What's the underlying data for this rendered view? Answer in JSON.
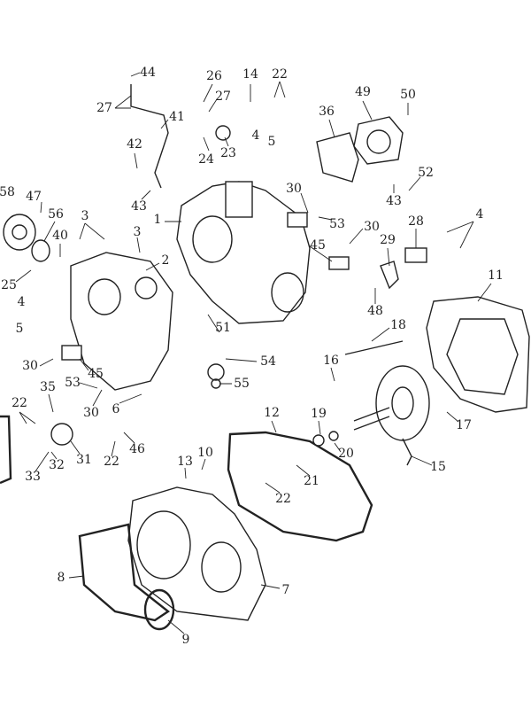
{
  "diagram": {
    "title": "Crankcase exploded view",
    "labels": [
      "44",
      "27",
      "41",
      "26",
      "27",
      "14",
      "22",
      "24",
      "23",
      "42",
      "43",
      "4",
      "5",
      "36",
      "49",
      "50",
      "43",
      "52",
      "58",
      "47",
      "56",
      "40",
      "3",
      "3",
      "1",
      "2",
      "25",
      "30",
      "53",
      "30",
      "45",
      "28",
      "4",
      "29",
      "48",
      "11",
      "4",
      "5",
      "51",
      "54",
      "55",
      "18",
      "16",
      "30",
      "45",
      "53",
      "30",
      "6",
      "35",
      "22",
      "31",
      "32",
      "33",
      "22",
      "46",
      "12",
      "19",
      "20",
      "21",
      "22",
      "17",
      "15",
      "13",
      "10",
      "8",
      "7",
      "9"
    ]
  }
}
